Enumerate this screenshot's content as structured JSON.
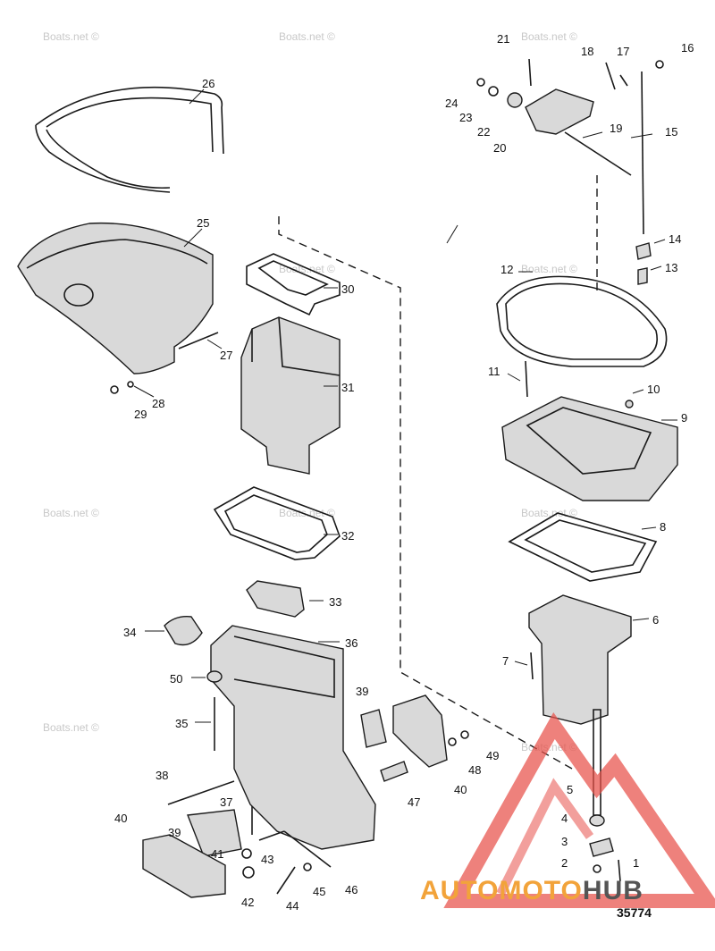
{
  "watermark": "Boats.net ©",
  "diagram_number": "35774",
  "brand": {
    "part1": "AUTOMOTO",
    "part2": "HUB",
    "color_primary": "#f2a33a",
    "color_secondary": "#555555",
    "triangle_color": "#e8504a"
  },
  "callouts": {
    "c1": "1",
    "c2": "2",
    "c3": "3",
    "c4": "4",
    "c5": "5",
    "c6": "6",
    "c7": "7",
    "c8": "8",
    "c9": "9",
    "c10": "10",
    "c11": "11",
    "c12": "12",
    "c13": "13",
    "c14": "14",
    "c15": "15",
    "c16": "16",
    "c17": "17",
    "c18": "18",
    "c19": "19",
    "c20": "20",
    "c21": "21",
    "c22": "22",
    "c23": "23",
    "c24": "24",
    "c25": "25",
    "c26": "26",
    "c27": "27",
    "c28": "28",
    "c29": "29",
    "c30": "30",
    "c31": "31",
    "c32": "32",
    "c33": "33",
    "c34": "34",
    "c35": "35",
    "c36": "36",
    "c37": "37",
    "c38": "38",
    "c39a": "39",
    "c39b": "39",
    "c40a": "40",
    "c40b": "40",
    "c41": "41",
    "c42": "42",
    "c43": "43",
    "c44": "44",
    "c45": "45",
    "c46": "46",
    "c47": "47",
    "c48": "48",
    "c49": "49",
    "c50": "50"
  }
}
